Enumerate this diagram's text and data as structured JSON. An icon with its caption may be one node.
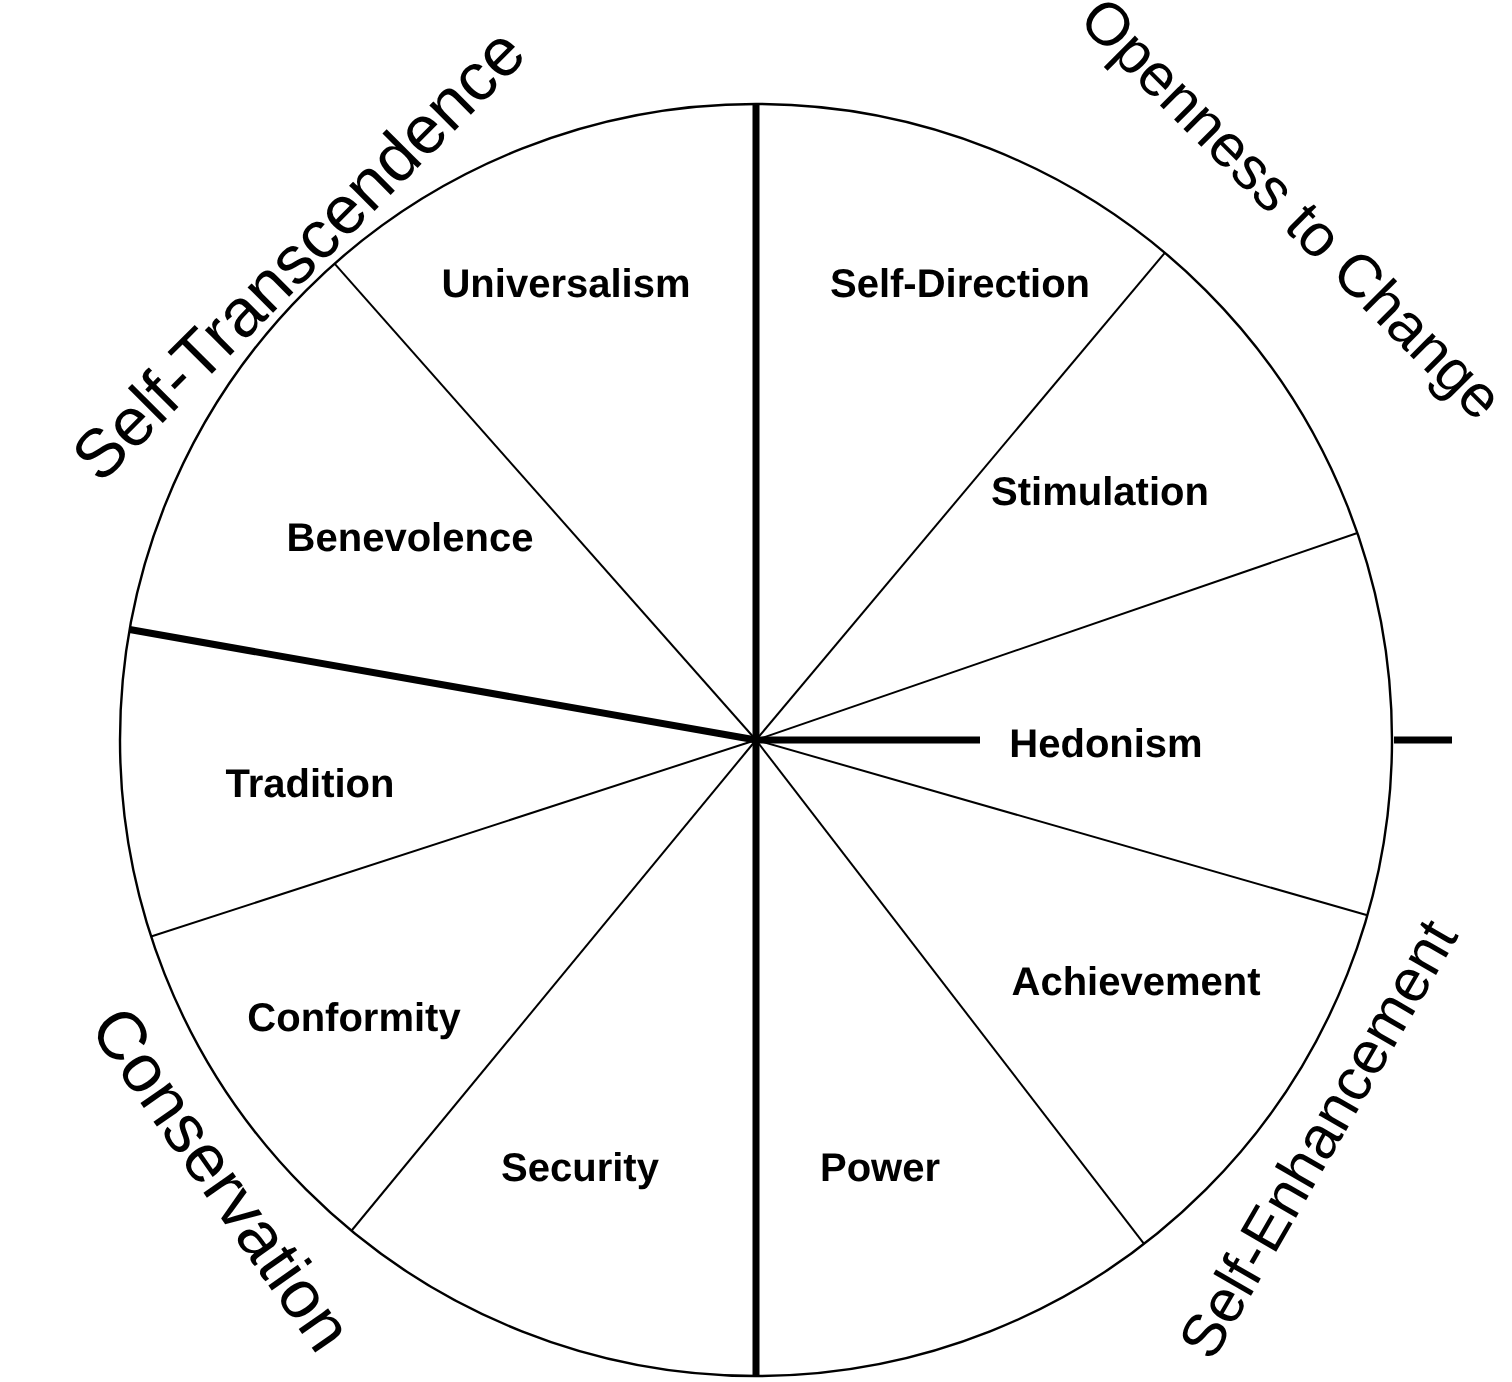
{
  "diagram": {
    "nodes": [
      {
        "text": [
          "Universalism"
        ]
      },
      {
        "text": [
          "Self-Direction"
        ]
      },
      {
        "text": [
          "Stimulation"
        ]
      },
      {
        "text": [
          "Benevolence"
        ]
      },
      {
        "text": [
          "Hedonism"
        ]
      },
      {
        "text": [
          "Tradition"
        ]
      },
      {
        "text": [
          "Achievement"
        ]
      },
      {
        "text": [
          "Conformity"
        ]
      },
      {
        "text": [
          "Security"
        ]
      },
      {
        "text": [
          "Power"
        ]
      }
    ],
    "labels": [
      "Self-Transcendence",
      "Openness to Change",
      "Self-Enhancement",
      "Conservation"
    ]
  }
}
